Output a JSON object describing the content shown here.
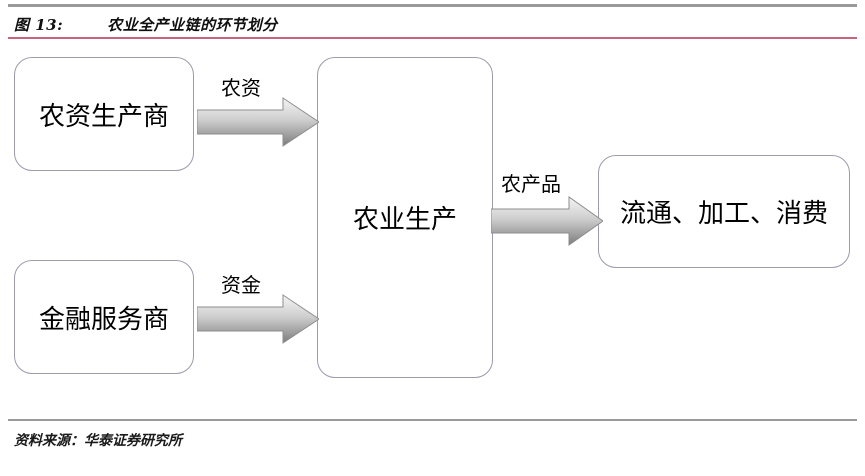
{
  "figure": {
    "label": "图 13:",
    "caption": "农业全产业链的环节划分",
    "source": "资料来源：华泰证券研究所"
  },
  "colors": {
    "rule_top": "#9a9a9a",
    "rule_title": "#c9637e",
    "rule_bottom": "#9a9a9a",
    "node_border": "#9b9bab",
    "arrow_light": "#f2f2f2",
    "arrow_dark": "#808080"
  },
  "diagram": {
    "type": "flow-diagram",
    "nodes": [
      {
        "id": "agri-input",
        "label": "农资生产商"
      },
      {
        "id": "fin-service",
        "label": "金融服务商"
      },
      {
        "id": "agri-prod",
        "label": "农业生产"
      },
      {
        "id": "downstream",
        "label": "流通、加工、消费"
      }
    ],
    "arrows": [
      {
        "id": "nongzi",
        "label": "农资",
        "from": "agri-input",
        "to": "agri-prod"
      },
      {
        "id": "zijin",
        "label": "资金",
        "from": "fin-service",
        "to": "agri-prod"
      },
      {
        "id": "nongchan",
        "label": "农产品",
        "from": "agri-prod",
        "to": "downstream"
      }
    ]
  }
}
